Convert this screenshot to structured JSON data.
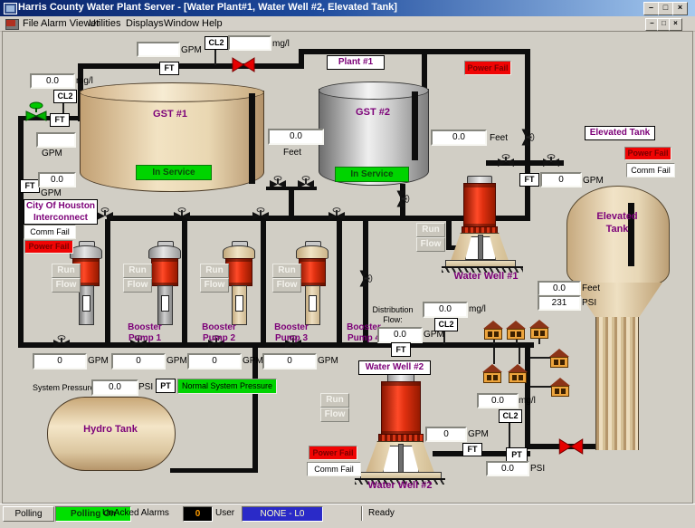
{
  "window": {
    "title": "Harris County Water Plant Server - [Water Plant#1, Water Well #2, Elevated Tank]",
    "menu": [
      {
        "label": "File"
      },
      {
        "label": "Alarm Viewer"
      },
      {
        "label": "Utilities"
      },
      {
        "label": "Displays"
      },
      {
        "label": "Window"
      },
      {
        "label": "Help"
      }
    ],
    "buttons": {
      "minimize": "–",
      "maximize": "□",
      "close": "×"
    }
  },
  "tags": {
    "ft": "FT",
    "cl2": "CL2",
    "pt": "PT"
  },
  "units": {
    "gpm": "GPM",
    "mgl": "mg/l",
    "feet": "Feet",
    "psi": "PSI"
  },
  "status": {
    "in_service": "In Service",
    "power_fail": "Power Fail",
    "comm_fail": "Comm Fail",
    "run": "Run",
    "flow": "Flow",
    "normal_pressure": "Normal System Pressure"
  },
  "labels": {
    "plant1": "Plant #1",
    "gst1": "GST #1",
    "gst2": "GST #2",
    "elevated_tank": "Elevated Tank",
    "elevated_line1": "Elevated",
    "elevated_line2": "Tank",
    "city_line1": "City Of Houston",
    "city_line2": "Interconnect",
    "well1": "Water Well #1",
    "well2": "Water Well #2",
    "hydro_tank": "Hydro Tank",
    "booster": "Booster",
    "pump1": "Pump 1",
    "pump2": "Pump 2",
    "pump3": "Pump 3",
    "pump4": "Pump 4",
    "system_pressure": "System Pressure:",
    "distribution_line1": "Distribution",
    "distribution_line2": "Flow:"
  },
  "values": {
    "top_gpm": "",
    "top_cl2_mgl": "",
    "left_cl2_mgl": "0.0",
    "left_gpm_upper": "",
    "left_interconnect_gpm": "0.0",
    "gst_mid_feet": "0.0",
    "gst2_feet": "0.0",
    "plant_out_gpm": "0",
    "elevated_feet": "0.0",
    "elevated_psi": "231",
    "pump1_gpm": "0",
    "pump2_gpm": "0",
    "pump3_gpm": "0",
    "pump4_gpm": "0",
    "system_psi": "0.0",
    "distribution_mgl": "0.0",
    "distribution_gpm": "0.0",
    "well2_gpm": "0",
    "south_mgl": "0.0",
    "south_psi": "0.0"
  },
  "statusbar": {
    "polling": "Polling",
    "polling_on": "Polling On",
    "unacked_alarms": "UnAcked Alarms",
    "alarm_count": "0",
    "user": "User",
    "user_value": "NONE - L0",
    "ready": "Ready"
  },
  "colors": {
    "alarm_red": "#ff0000",
    "ok_green": "#00d400",
    "label_purple": "#7c0078",
    "user_blue": "#2a2ac8"
  }
}
